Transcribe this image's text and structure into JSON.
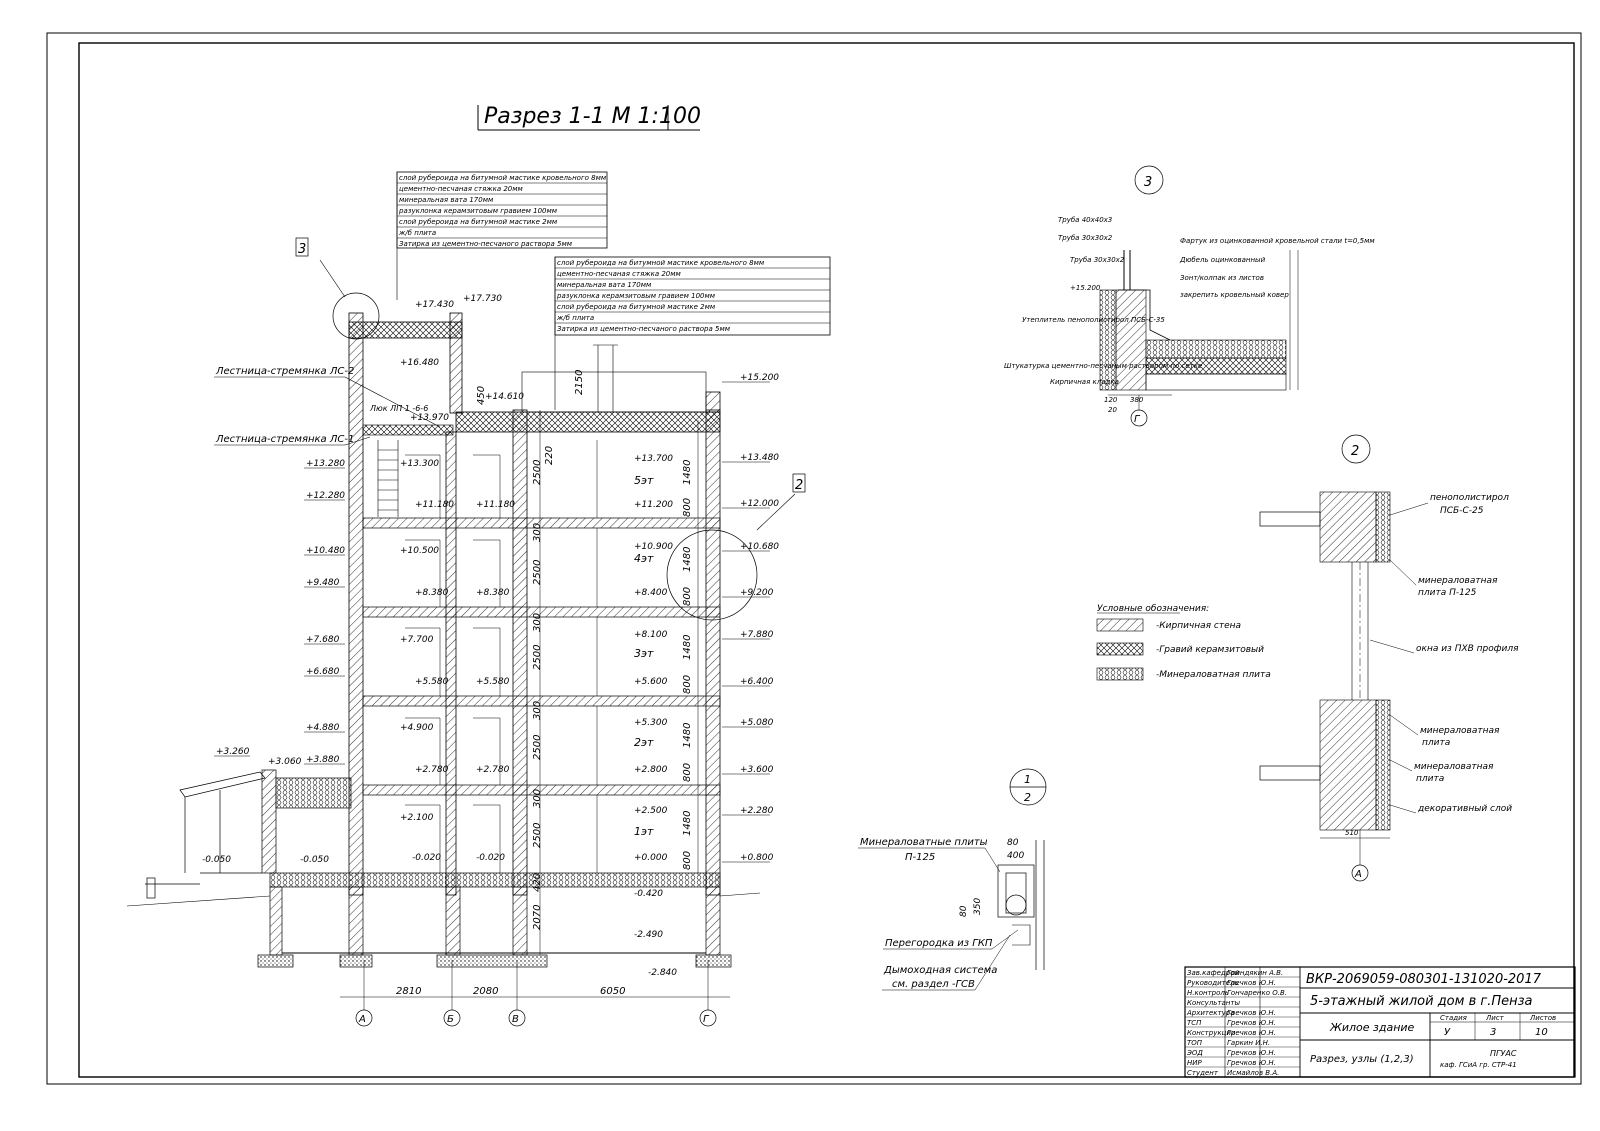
{
  "title": "Разрез 1-1  М 1:100",
  "roof_layers_upper": [
    "слой рубероида на битумной мастике кровельного    8мм",
    "цементно-песчаная стяжка  20мм",
    "минеральная вата 170мм",
    "разуклонка керамзитовым гравием 100мм",
    "слой рубероида на битумной мастике 2мм",
    "ж/б плита",
    "Затирка из цементно-песчаного раствора  5мм"
  ],
  "roof_layers_lower": [
    "слой рубероида на битумной мастике кровельного    8мм",
    "цементно-песчаная стяжка  20мм",
    "минеральная вата 170мм",
    "разуклонка керамзитовым гравием 100мм",
    "слой рубероида на битумной мастике 2мм",
    "ж/б плита",
    "Затирка из цементно-песчаного раствора  5мм"
  ],
  "callouts": {
    "ladder_ls2": "Лестница-стремянка ЛС-2",
    "ladder_ls1": "Лестница-стремянка ЛС-1",
    "hatch": "Люк ЛП 1 -6-6",
    "node3": "3",
    "node2": "2"
  },
  "elevations_left": [
    "+13.280",
    "+12.280",
    "+10.480",
    "+9.480",
    "+7.680",
    "+6.680",
    "+4.880",
    "+3.880",
    "+3.260",
    "+3.060"
  ],
  "elevations_right": [
    "+15.200",
    "+13.480",
    "+12.000",
    "+10.680",
    "+9.200",
    "+7.880",
    "+6.400",
    "+5.080",
    "+3.600",
    "+2.280",
    "+0.800"
  ],
  "elevations_inner_a": [
    "+17.430",
    "+17.730",
    "+16.480",
    "+13.970",
    "+13.300",
    "+11.180",
    "+10.500",
    "+8.380",
    "+7.700",
    "+5.580",
    "+4.900",
    "+2.780",
    "+2.100",
    "-0.020"
  ],
  "elevations_inner_b": [
    "+14.610",
    "+11.180",
    "+8.380",
    "+5.580",
    "+2.780",
    "-0.020"
  ],
  "elevations_inner_c": [
    "+13.700",
    "+11.200",
    "+10.900",
    "+8.400",
    "+8.100",
    "+5.600",
    "+5.300",
    "+2.800",
    "+2.500",
    "+0.000",
    "-0.420",
    "-2.490",
    "-2.840"
  ],
  "elevations_porch": [
    "-0.050",
    "-0.050"
  ],
  "floors": [
    "5эт",
    "4эт",
    "3эт",
    "2эт",
    "1эт"
  ],
  "dims_vertical": [
    "2150",
    "450",
    "220",
    "2500",
    "300",
    "1480",
    "800",
    "2070",
    "420"
  ],
  "dims_horizontal": [
    "2810",
    "2080",
    "6050"
  ],
  "axes": [
    "А",
    "Б",
    "В",
    "Г"
  ],
  "legend": {
    "title": "Условные обозначения:",
    "items": [
      "-Кирпичная стена",
      "-Гравий керамзитовый",
      "-Минераловатная плита"
    ]
  },
  "node_12": {
    "top": "1",
    "bottom": "2",
    "label_mineral": "Минераловатные плиты",
    "label_mineral_code": "П-125",
    "label_partition": "Перегородка из ГКП",
    "label_chimney": "Дымоходная система",
    "label_chimney2": "см. раздел -ГСВ",
    "dims": [
      "80",
      "400",
      "80",
      "350"
    ]
  },
  "node_3": {
    "labels": [
      "Труба 40х40х3",
      "Труба 30х30х2",
      "Труба 30х30х2",
      "Фартук из оцинкованной кровельной стали t=0,5мм",
      "Дюбель оцинкованный",
      "Зонт/колпак из листов",
      "закрепить кровельный ковер",
      "Утеплитель пенополистирол ПСБ-С-35",
      "Штукатурка цементно-песчаным раствором по сетке",
      "Кирпичная кладка"
    ],
    "elevation": "+15.200",
    "axis": "Г",
    "dims": [
      "120",
      "380",
      "20"
    ]
  },
  "node_2": {
    "labels": [
      "пенополистирол",
      "ПСБ-С-25",
      "минераловатная",
      "плита П-125",
      "окна из ПХВ профиля",
      "минераловатная",
      "плита",
      "минераловатная",
      "плита",
      "декоративный слой"
    ],
    "axis": "А",
    "dim": "510"
  },
  "stamp": {
    "code": "ВКР-2069059-080301-131020-2017",
    "project": "5-этажный жилой дом в г.Пенза",
    "object": "Жилое здание",
    "sheet_title": "Разрез, узлы (1,2,3)",
    "stage_head": "Стадия",
    "sheet_head": "Лист",
    "sheets_head": "Листов",
    "stage": "У",
    "sheet": "3",
    "sheets": "10",
    "org": "ПГУАС",
    "org2": "каф. ГСиА  гр. СТР-41",
    "roles": [
      "Зав.кафедрой",
      "Руководитель",
      "Н.контроль",
      "Консультанты",
      "Архитектура",
      "ТСП",
      "Конструкции",
      "ТОП",
      "ЭОД",
      "НИР",
      "Студент"
    ],
    "names": [
      "Гриндякин А.В.",
      "Гречков Ю.Н.",
      "Гончаренко О.В.",
      "",
      "Гречков Ю.Н.",
      "Гречков Ю.Н.",
      "Гречков Ю.Н.",
      "Гаркин И.Н.",
      "Гречков Ю.Н.",
      "Гречков Ю.Н.",
      "Исмайлов В.А."
    ]
  }
}
